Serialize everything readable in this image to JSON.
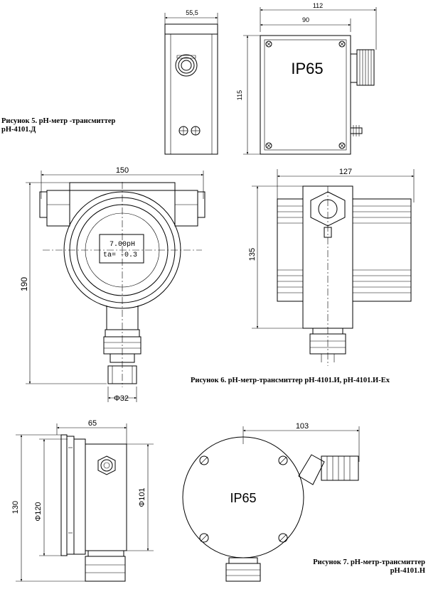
{
  "figure5": {
    "caption_line1": "Рисунок 5. pH-метр -трансмиттер",
    "caption_line2": "pH-4101.Д",
    "dim_width": "55,5",
    "dim_total": "112",
    "dim_body": "90",
    "dim_height": "115",
    "rating": "IP65"
  },
  "figure6": {
    "caption": "Рисунок 6. pH-метр-трансмиттер pH-4101.И, pH-4101.И-Ex",
    "dim_width": "150",
    "dim_height": "190",
    "dim_diameter": "Φ32",
    "dim_side_width": "127",
    "dim_side_height": "135",
    "display_line1": "7.00pH",
    "display_line2": "ta= -0.3"
  },
  "figure7": {
    "caption_line1": "Рисунок 7. pH-метр-трансмиттер",
    "caption_line2": "pH-4101.Н",
    "dim_depth": "65",
    "dim_height": "130",
    "dim_outer_diameter": "Φ120",
    "dim_inner_diameter": "Φ101",
    "dim_width": "103",
    "rating": "IP65"
  }
}
